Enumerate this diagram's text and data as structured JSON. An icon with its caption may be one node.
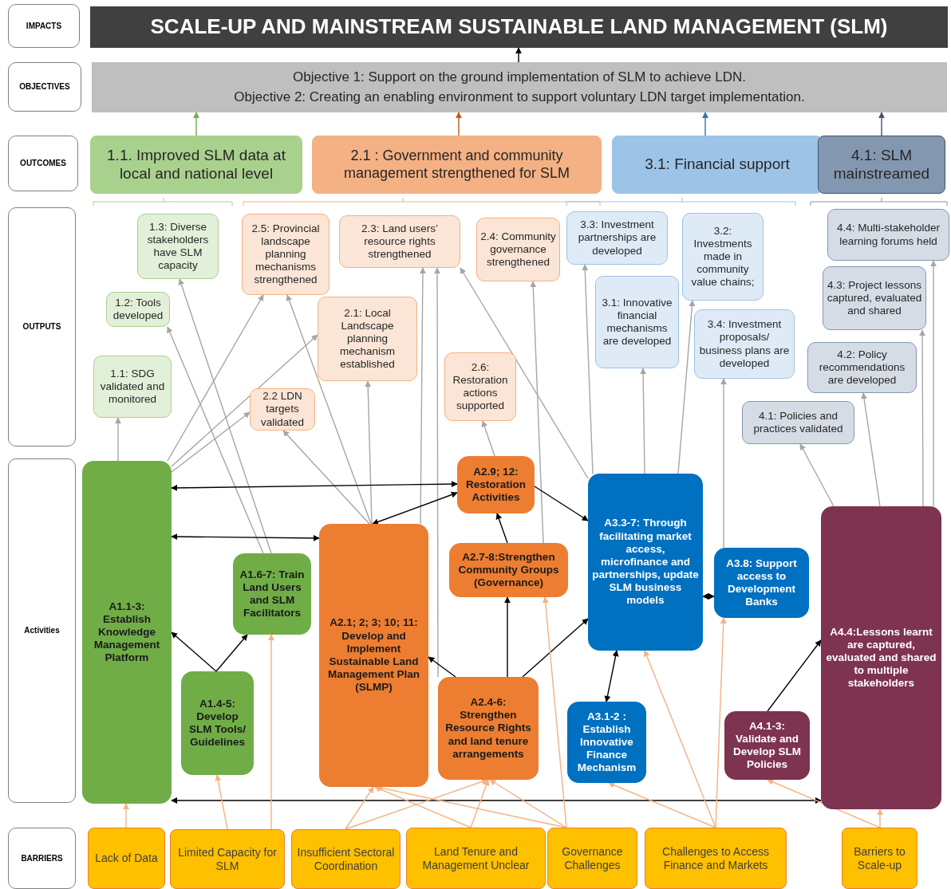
{
  "diagram": {
    "nodes": [
      {
        "text": [
          "IMPACTS"
        ]
      },
      {
        "text": [
          "OBJECTIVES"
        ]
      },
      {
        "text": [
          "OUTCOMES"
        ]
      },
      {
        "text": [
          "OUTPUTS"
        ]
      },
      {
        "text": [
          "Activities"
        ]
      },
      {
        "text": [
          "BARRIERS"
        ]
      },
      {
        "text": [
          "SCALE-UP AND MAINSTREAM SUSTAINABLE LAND MANAGEMENT (SLM)"
        ]
      },
      {
        "text": [
          "Objective 1: Support on the ground implementation of SLM to achieve LDN.",
          "Objective 2: Creating an enabling environment to support voluntary LDN target implementation."
        ]
      },
      {
        "text": [
          "1.1. Improved SLM data at local and national level"
        ]
      },
      {
        "text": [
          "2.1 : Government and community management strengthened for SLM"
        ]
      },
      {
        "text": [
          "3.1: Financial support"
        ]
      },
      {
        "text": [
          "4.1: SLM mainstreamed"
        ]
      },
      {
        "text": [
          "1.3: Diverse stakeholders have SLM capacity"
        ]
      },
      {
        "text": [
          "1.2: Tools developed"
        ]
      },
      {
        "text": [
          "1.1: SDG validated and monitored"
        ]
      },
      {
        "text": [
          "2.5: Provincial landscape planning mechanisms strengthened"
        ]
      },
      {
        "text": [
          "2.3: Land users’ resource rights strengthened"
        ]
      },
      {
        "text": [
          "2.4: Community governance strengthened"
        ]
      },
      {
        "text": [
          "2.1: Local Landscape planning mechanism established"
        ]
      },
      {
        "text": [
          "2.2 LDN targets validated"
        ]
      },
      {
        "text": [
          "2.6: Restoration actions supported"
        ]
      },
      {
        "text": [
          "3.3: Investment partnerships are developed"
        ]
      },
      {
        "text": [
          "3.2: Investments made in community value chains;"
        ]
      },
      {
        "text": [
          "3.1: Innovative financial mechanisms are developed"
        ]
      },
      {
        "text": [
          "3.4: Investment proposals/ business plans are developed"
        ]
      },
      {
        "text": [
          "4.4: Multi-stakeholder learning forums held"
        ]
      },
      {
        "text": [
          "4.3: Project lessons captured, evaluated and shared"
        ]
      },
      {
        "text": [
          "4.2: Policy recommendations are developed"
        ]
      },
      {
        "text": [
          "4.1: Policies and practices validated"
        ]
      },
      {
        "text": [
          "A1.1-3: Establish Knowledge Management Platform"
        ]
      },
      {
        "text": [
          "A1.6-7: Train Land Users and SLM Facilitators"
        ]
      },
      {
        "text": [
          "A1.4-5: Develop SLM Tools/ Guidelines"
        ]
      },
      {
        "text": [
          "A2.1; 2; 3; 10; 11: Develop and Implement Sustainable Land Management Plan (SLMP)"
        ]
      },
      {
        "text": [
          "A2.9; 12: Restoration Activities"
        ]
      },
      {
        "text": [
          "A2.7-8:Strengthen Community Groups (Governance)"
        ]
      },
      {
        "text": [
          "A2.4-6: Strengthen Resource Rights and land tenure arrangements"
        ]
      },
      {
        "text": [
          "A3.3-7: Through facilitating market access, microfinance and partnerships, update SLM business models"
        ]
      },
      {
        "text": [
          "A3.8: Support access to Development Banks"
        ]
      },
      {
        "text": [
          "A3.1-2 : Establish Innovative Finance Mechanism"
        ]
      },
      {
        "text": [
          "A4.1-3: Validate and Develop SLM Policies"
        ]
      },
      {
        "text": [
          "A4.4:Lessons learnt are captured, evaluated and shared to multiple stakeholders"
        ]
      },
      {
        "text": [
          "Lack of Data"
        ]
      },
      {
        "text": [
          "Limited Capacity for SLM"
        ]
      },
      {
        "text": [
          "Insufficient Sectoral Coordination"
        ]
      },
      {
        "text": [
          "Land Tenure and Management Unclear"
        ]
      },
      {
        "text": [
          "Governance Challenges"
        ]
      },
      {
        "text": [
          "Challenges to Access Finance and Markets"
        ]
      },
      {
        "text": [
          "Barriers to Scale-up"
        ]
      }
    ],
    "edges": [
      {
        "from": 7,
        "to": 6,
        "arrow": "to",
        "color": "#000000"
      },
      {
        "from": 8,
        "to": 7,
        "arrow": "to",
        "color": "#70ad47"
      },
      {
        "from": 9,
        "to": 7,
        "arrow": "to",
        "color": "#c55a11"
      },
      {
        "from": 10,
        "to": 7,
        "arrow": "to",
        "color": "#2e75b6"
      },
      {
        "from": 11,
        "to": 7,
        "arrow": "to",
        "color": "#44546a"
      },
      {
        "from": 29,
        "to": 14,
        "arrow": "to"
      },
      {
        "from": 29,
        "to": 15,
        "arrow": "to"
      },
      {
        "from": 29,
        "to": 18,
        "arrow": "to"
      },
      {
        "from": 29,
        "to": 19,
        "arrow": "to"
      },
      {
        "from": 30,
        "to": 12,
        "arrow": "to"
      },
      {
        "from": 30,
        "to": 13,
        "arrow": "to"
      },
      {
        "from": 32,
        "to": 15,
        "arrow": "to"
      },
      {
        "from": 32,
        "to": 19,
        "arrow": "to"
      },
      {
        "from": 32,
        "to": 18,
        "arrow": "to"
      },
      {
        "from": 32,
        "to": 16,
        "arrow": "to"
      },
      {
        "from": 35,
        "to": 16,
        "arrow": "to"
      },
      {
        "from": 33,
        "to": 20,
        "arrow": "to"
      },
      {
        "from": 34,
        "to": 17,
        "arrow": "to"
      },
      {
        "from": 36,
        "to": 16,
        "arrow": "to"
      },
      {
        "from": 36,
        "to": 21,
        "arrow": "to"
      },
      {
        "from": 36,
        "to": 23,
        "arrow": "to"
      },
      {
        "from": 36,
        "to": 22,
        "arrow": "to"
      },
      {
        "from": 37,
        "to": 24,
        "arrow": "to"
      },
      {
        "from": 40,
        "to": 28,
        "arrow": "to"
      },
      {
        "from": 40,
        "to": 27,
        "arrow": "to"
      },
      {
        "from": 40,
        "to": 26,
        "arrow": "to"
      },
      {
        "from": 40,
        "to": 25,
        "arrow": "to"
      },
      {
        "from": 29,
        "to": 33,
        "arrow": "both",
        "color": "#000000"
      },
      {
        "from": 32,
        "to": 33,
        "arrow": "both",
        "color": "#000000"
      },
      {
        "from": 29,
        "to": 32,
        "arrow": "both",
        "color": "#000000"
      },
      {
        "from": 33,
        "to": 36,
        "arrow": "to",
        "color": "#000000"
      },
      {
        "from": 34,
        "to": 33,
        "arrow": "to",
        "color": "#000000"
      },
      {
        "from": 35,
        "to": 34,
        "arrow": "to",
        "color": "#000000"
      },
      {
        "from": 35,
        "to": 32,
        "arrow": "to",
        "color": "#000000"
      },
      {
        "from": 35,
        "to": 36,
        "arrow": "to",
        "color": "#000000"
      },
      {
        "from": 36,
        "to": 37,
        "arrow": "both",
        "color": "#000000"
      },
      {
        "from": 36,
        "to": 38,
        "arrow": "both",
        "color": "#000000"
      },
      {
        "from": 31,
        "to": 29,
        "arrow": "to",
        "color": "#000000"
      },
      {
        "from": 31,
        "to": 30,
        "arrow": "to",
        "color": "#000000"
      },
      {
        "from": 39,
        "to": 40,
        "arrow": "to",
        "color": "#000000"
      },
      {
        "from": 29,
        "to": 40,
        "arrow": "both",
        "color": "#000000"
      },
      {
        "from": 41,
        "to": 29,
        "arrow": "to",
        "color": "#f4b183"
      },
      {
        "from": 42,
        "to": 31,
        "arrow": "to",
        "color": "#f4b183"
      },
      {
        "from": 42,
        "to": 30,
        "arrow": "to",
        "color": "#f4b183"
      },
      {
        "from": 43,
        "to": 32,
        "arrow": "to",
        "color": "#f4b183"
      },
      {
        "from": 43,
        "to": 35,
        "arrow": "to",
        "color": "#f4b183"
      },
      {
        "from": 44,
        "to": 32,
        "arrow": "to",
        "color": "#f4b183"
      },
      {
        "from": 44,
        "to": 35,
        "arrow": "to",
        "color": "#f4b183"
      },
      {
        "from": 45,
        "to": 32,
        "arrow": "to",
        "color": "#f4b183"
      },
      {
        "from": 45,
        "to": 35,
        "arrow": "to",
        "color": "#f4b183"
      },
      {
        "from": 45,
        "to": 34,
        "arrow": "to",
        "color": "#f4b183"
      },
      {
        "from": 46,
        "to": 38,
        "arrow": "to",
        "color": "#f4b183"
      },
      {
        "from": 46,
        "to": 36,
        "arrow": "to",
        "color": "#f4b183"
      },
      {
        "from": 46,
        "to": 37,
        "arrow": "to",
        "color": "#f4b183"
      },
      {
        "from": 47,
        "to": 39,
        "arrow": "to",
        "color": "#f4b183"
      },
      {
        "from": 47,
        "to": 40,
        "arrow": "to",
        "color": "#f4b183"
      }
    ]
  }
}
